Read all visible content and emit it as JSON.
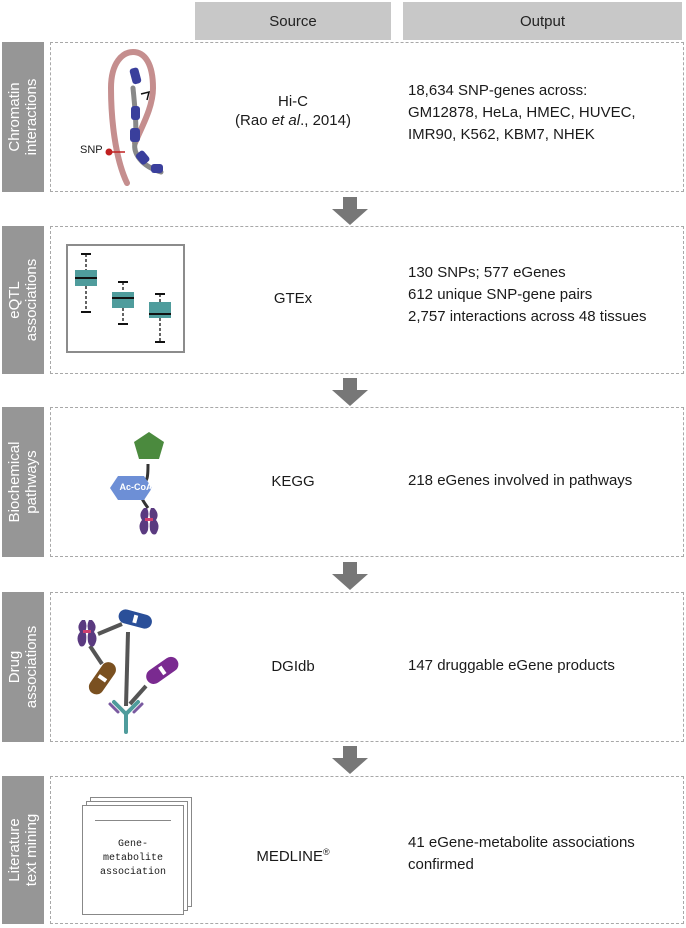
{
  "headers": {
    "source": "Source",
    "output": "Output"
  },
  "rows": [
    {
      "label_line1": "Chromatin",
      "label_line2": "interactions",
      "source_line1": "Hi-C",
      "source_line2_pre": "(Rao ",
      "source_line2_em": "et al",
      "source_line2_post": "., 2014)",
      "output_lines": [
        "18,634 SNP-genes across:",
        "GM12878, HeLa, HMEC, HUVEC,",
        "IMR90, K562, KBM7, NHEK"
      ],
      "illus_label": "SNP"
    },
    {
      "label_line1": "eQTL",
      "label_line2": "associations",
      "source": "GTEx",
      "output_lines": [
        "130 SNPs; 577 eGenes",
        "612 unique SNP-gene pairs",
        "2,757 interactions across 48 tissues"
      ]
    },
    {
      "label_line1": "Biochemical",
      "label_line2": "pathways",
      "source": "KEGG",
      "output_lines": [
        "218 eGenes involved in pathways"
      ],
      "illus_label": "Ac-CoA"
    },
    {
      "label_line1": "Drug",
      "label_line2": "associations",
      "source": "DGIdb",
      "output_lines": [
        "147 druggable eGene products"
      ]
    },
    {
      "label_line1": "Literature",
      "label_line2": "text mining",
      "source": "MEDLINE",
      "source_sup": "®",
      "output_lines": [
        "41 eGene-metabolite associations",
        "confirmed"
      ],
      "paper_lines": [
        "Gene-",
        "metabolite",
        "association"
      ]
    }
  ],
  "colors": {
    "header_bg": "#c8c8c8",
    "side_bg": "#969696",
    "arrow": "#777777",
    "box_teal": "#4f9c9c",
    "chromatin_blue": "#3a3f9c",
    "loop_pink": "#c58e8e"
  }
}
